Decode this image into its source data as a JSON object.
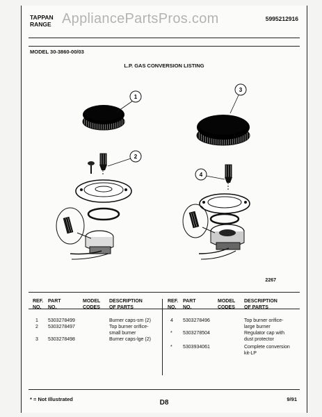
{
  "header": {
    "brand_line1": "TAPPAN",
    "brand_line2": "RANGE",
    "watermark": "AppliancePartsPros.com",
    "publication_number": "5995212916"
  },
  "model": "MODEL 30-3860-00/03",
  "section_title": "L.P. GAS CONVERSION LISTING",
  "figure_number": "2267",
  "callouts": [
    "1",
    "2",
    "3",
    "4"
  ],
  "table": {
    "headers": {
      "ref": [
        "REF.",
        "NO."
      ],
      "part": [
        "PART",
        "NO."
      ],
      "model": [
        "MODEL",
        "CODES"
      ],
      "desc": [
        "DESCRIPTION",
        "OF PARTS"
      ]
    },
    "left_rows": [
      {
        "ref": "1",
        "part": "5303278499",
        "desc": [
          "Burner caps-sm (2)"
        ]
      },
      {
        "ref": "2",
        "part": "5303278497",
        "desc": [
          "Top burner orifice-",
          "small burner"
        ]
      },
      {
        "ref": "3",
        "part": "5303278498",
        "desc": [
          "Burner caps-lge (2)"
        ]
      }
    ],
    "right_rows": [
      {
        "ref": "4",
        "part": "5303278496",
        "desc": [
          "Top burner orifice-",
          "large burner"
        ]
      },
      {
        "ref": "*",
        "part": "5303278504",
        "desc": [
          "Regulator cap with",
          "dust protector"
        ]
      },
      {
        "ref": "*",
        "part": "5303934061",
        "desc": [
          "Complete conversion",
          "kit-LP"
        ]
      }
    ]
  },
  "footer": {
    "note": "* = Not Illustrated",
    "page_code": "D8",
    "date": "9/91"
  }
}
